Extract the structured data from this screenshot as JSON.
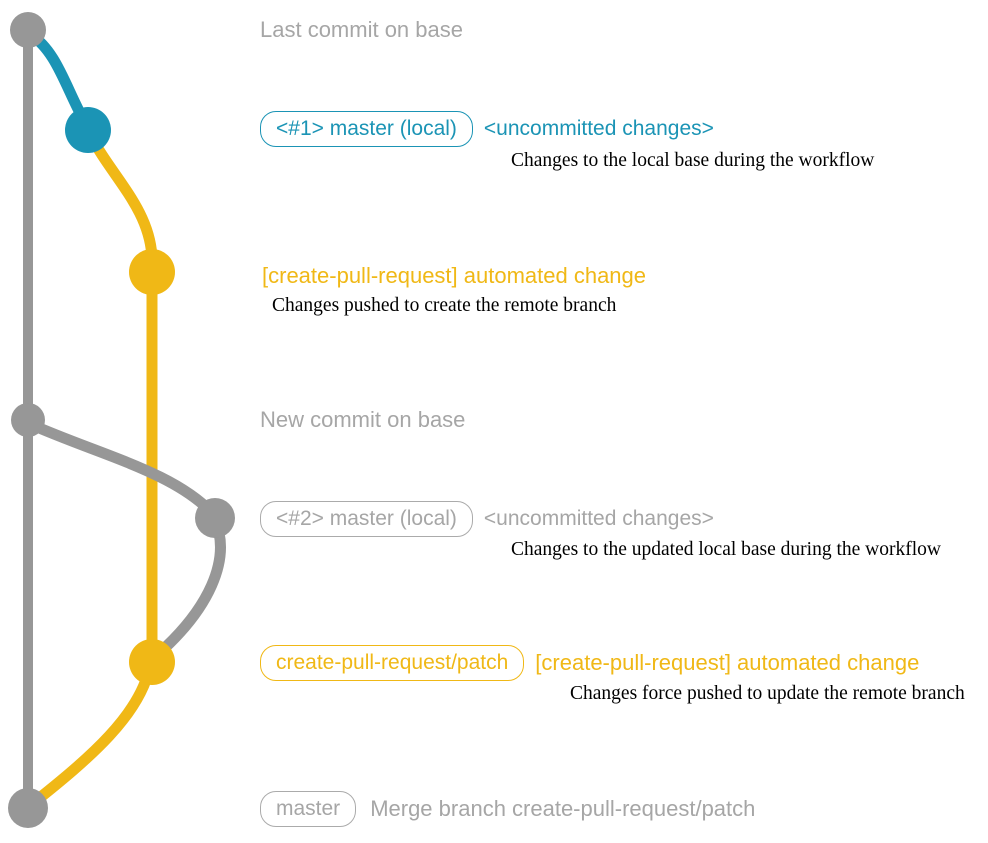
{
  "colors": {
    "teal": "#1b94b5",
    "yellow": "#f0b816",
    "graph_gray": "#979797",
    "label_gray": "#a6a6a6",
    "badge_gray_border": "#ababab",
    "desc_black": "#000000"
  },
  "annotations": {
    "last_commit_on_base": "Last commit on base",
    "new_commit_on_base": "New commit on base"
  },
  "rows": {
    "r1": {
      "badge": "<#1> master (local)",
      "title": "<uncommitted changes>",
      "desc": "Changes to the local base during the workflow"
    },
    "r2": {
      "title": "[create-pull-request] automated change",
      "desc": "Changes pushed to create the remote branch"
    },
    "r3": {
      "badge": "<#2> master (local)",
      "title": "<uncommitted changes>",
      "desc": "Changes to the updated local base during the workflow"
    },
    "r4": {
      "badge": "create-pull-request/patch",
      "title": "[create-pull-request] automated change",
      "desc": "Changes force pushed to update the remote branch"
    },
    "r5": {
      "badge": "master",
      "title": "Merge branch create-pull-request/patch"
    }
  },
  "graph": {
    "branches": [
      "base",
      "master (local)",
      "create-pull-request/patch"
    ],
    "commits": [
      {
        "name": "last-commit-on-base",
        "branch": "base",
        "color": "gray"
      },
      {
        "name": "uncommitted-changes-1",
        "branch": "master (local)",
        "color": "teal"
      },
      {
        "name": "automated-change-1",
        "branch": "create-pull-request/patch",
        "color": "yellow"
      },
      {
        "name": "new-commit-on-base",
        "branch": "base",
        "color": "gray"
      },
      {
        "name": "uncommitted-changes-2",
        "branch": "master (local)",
        "color": "gray"
      },
      {
        "name": "automated-change-2",
        "branch": "create-pull-request/patch",
        "color": "yellow"
      },
      {
        "name": "merge-commit",
        "branch": "base",
        "color": "gray"
      }
    ]
  }
}
